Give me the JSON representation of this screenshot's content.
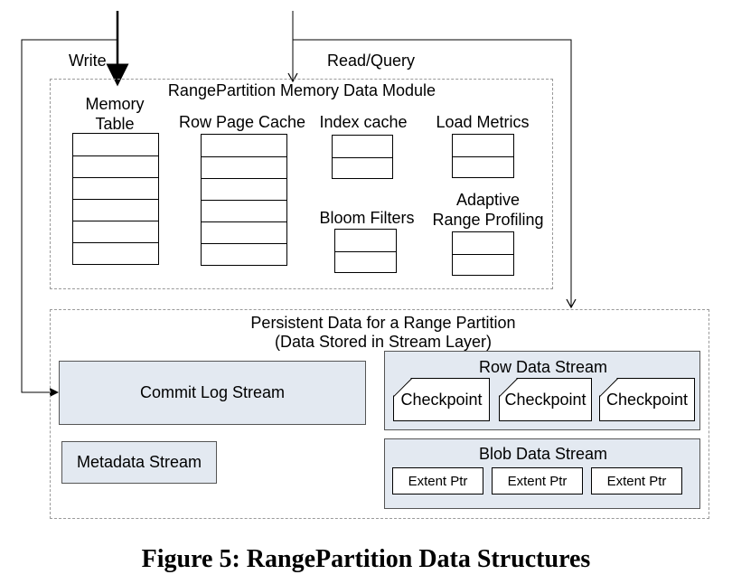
{
  "arrows": {
    "write": "Write",
    "read_query": "Read/Query"
  },
  "memory_module": {
    "title": "RangePartition Memory Data Module",
    "memory_table": "Memory\nTable",
    "row_page_cache": "Row Page Cache",
    "index_cache": "Index cache",
    "load_metrics": "Load Metrics",
    "bloom_filters": "Bloom Filters",
    "adaptive_range_profiling": "Adaptive\nRange Profiling"
  },
  "persistent": {
    "title_line1": "Persistent Data for a Range Partition",
    "title_line2": "(Data Stored in Stream Layer)",
    "commit_log_stream": "Commit Log Stream",
    "metadata_stream": "Metadata Stream",
    "row_data_stream": "Row Data Stream",
    "checkpoints": [
      "Checkpoint",
      "Checkpoint",
      "Checkpoint"
    ],
    "blob_data_stream": "Blob Data Stream",
    "extent_ptrs": [
      "Extent Ptr",
      "Extent Ptr",
      "Extent Ptr"
    ]
  },
  "caption": "Figure 5: RangePartition Data Structures",
  "colors": {
    "stream_fill": "#e3e9f1",
    "outline": "#000000",
    "dotted_border": "#9a9a9a"
  }
}
